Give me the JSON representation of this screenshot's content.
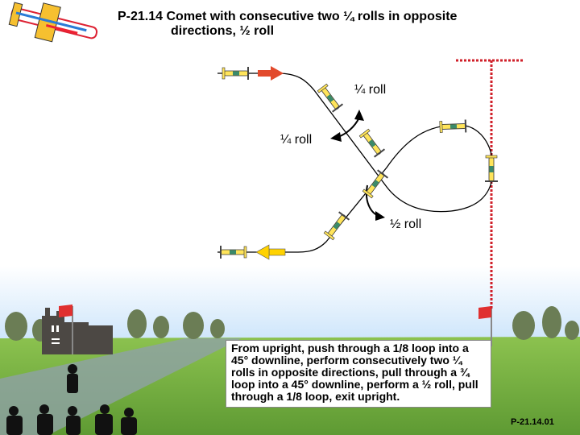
{
  "title_line1": "P-21.14 Comet with consecutive two ¼ rolls in opposite",
  "title_line2": "directions, ½ roll",
  "labels": {
    "quarter_roll_1": "¼ roll",
    "quarter_roll_2": "¼ roll",
    "half_roll": "½ roll"
  },
  "description": "From upright, push through a 1/8 loop into a 45° downline, perform consecutively two ¼ rolls in opposite directions, pull through a ¾ loop into a 45° downline, perform a ½ roll, pull through a 1/8 loop, exit upright.",
  "figure_code": "P-21.14.01",
  "colors": {
    "entry_arrow": "#e24a2c",
    "exit_arrow": "#ffd200",
    "judge_line": "#d0202a",
    "grass": "#7ab548",
    "sky": "#dbeeff"
  },
  "icons": [
    "plane-logo-icon",
    "aircraft-icon",
    "entry-arrow-icon",
    "exit-arrow-icon",
    "flag-icon",
    "judge-silhouette-icon"
  ]
}
